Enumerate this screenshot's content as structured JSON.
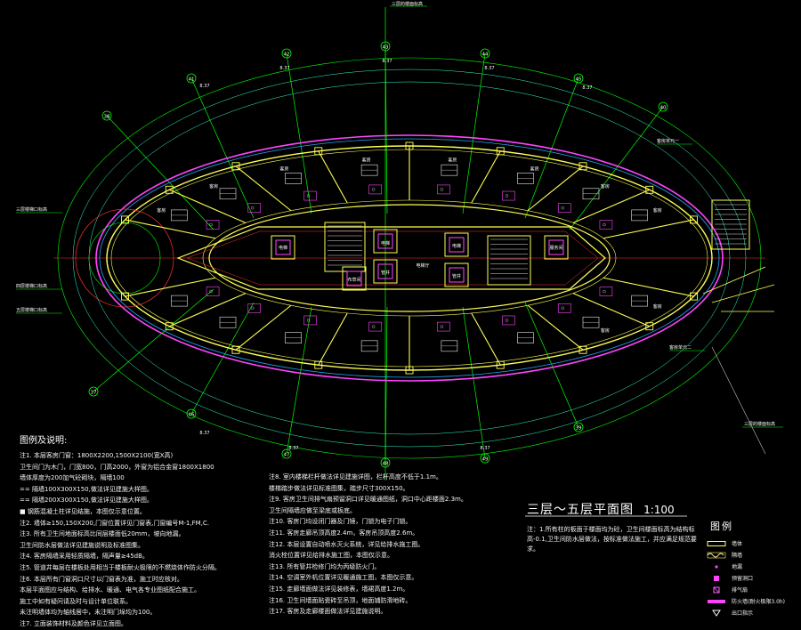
{
  "drawing": {
    "title": "三层～五层平面图",
    "scale": "1:100",
    "title_note": "注：1.所有柱的板面于楼面均为砼，卫生间楼面标高为结构标高-0.1,卫生间防水层做法，按标准做法施工，并应满足规范要求。",
    "top_label": "三层的楼面标高",
    "bottom_right_label": "三层的楼面标高",
    "left_labels": [
      "三层楼梯口标高",
      "四层楼梯口标高",
      "五层楼梯口标高"
    ],
    "right_labels": [
      "客房单元一",
      "客房单元二"
    ],
    "room_labels": [
      "客房",
      "客房",
      "客房",
      "客房",
      "客房",
      "客房",
      "客房",
      "客房",
      "客房",
      "客房"
    ],
    "center_labels": [
      "电梯厅",
      "电梯",
      "电梯",
      "电梯",
      "管井",
      "管井",
      "布草间",
      "服务间"
    ],
    "axis_labels": [
      "41",
      "42",
      "43",
      "44",
      "45",
      "46",
      "47",
      "48",
      "49",
      "39",
      "38",
      "37",
      "40"
    ],
    "dim_text": [
      "8.37",
      "8.37",
      "8.37",
      "8.37",
      "8.37",
      "8.37",
      "8.37",
      "8.37"
    ]
  },
  "notes_left": {
    "heading": "图例及说明:",
    "lines": [
      "注1. 本层客房门窗：1800X2200,1500X2100(宽X高)",
      "     卫生间门为木门，门宽800，门高2000，外窗为铝合金窗1800X1800",
      "     墙体厚度为200加气砼砌块，隔墙100",
      "     ==  隔墙100X300X150,做法详见建施大样图。",
      "     ==  隔墙200X300X150,做法详见建施大样图。",
      "     ■  钢筋混凝土柱详见结施，本图仅示意位置。",
      "注2. 墙体≥150,150X200,门窗位置详见门窗表,门窗编号M-1,FM,C.",
      "注3. 所有卫生间地面标高比同层楼面低20mm，坡向地漏。",
      "     卫生间防水层做法详见建施说明及标准图集。",
      "注4. 客房隔墙采用轻质隔墙，隔声量≥45dB。",
      "注5. 管道井每层在楼板处用相当于楼板耐火极限的不燃烧体作防火分隔。",
      "注6. 本层所有门窗洞口尺寸以门窗表为准，施工时应核对。",
      "     本层平面图应与结构、给排水、暖通、电气各专业图纸配合施工。",
      "     施工中如有疑问请及时与设计单位联系。",
      "     未注明墙体均为轴线居中，未注明门垛均为100。",
      "注7. 立面装饰材料及颜色详见立面图。"
    ]
  },
  "notes_mid": {
    "lines": [
      "注8. 室内楼梯栏杆做法详见建施详图，栏杆高度不低于1.1m。",
      "     楼梯踏步做法详见标准图集，踏步尺寸300X150。",
      "注9. 客房卫生间排气扇预留洞口详见暖通图纸，洞口中心距楼面2.3m。",
      "     卫生间隔墙应做至梁底或板底。",
      "注10. 客房门均设闭门器及门镜，门锁为电子门锁。",
      "注11. 客房走廊吊顶高度2.4m，客房吊顶高度2.6m。",
      "注12. 本层设置自动喷水灭火系统，详见给排水施工图。",
      "     消火栓位置详见给排水施工图，本图仅示意。",
      "注13. 所有管井检修门均为丙级防火门。",
      "注14. 空调室外机位置详见暖通施工图，本图仅示意。",
      "注15. 走廊墙面做法详见装修表，墙裙高度1.2m。",
      "注16. 卫生间墙面贴瓷砖至吊顶，地面铺防滑地砖。",
      "注17. 客房及走廊楼面做法详见建施说明。"
    ]
  },
  "legend": {
    "title": "图例",
    "items": [
      {
        "label": "墙体",
        "color": "#ffff55",
        "kind": "double"
      },
      {
        "label": "隔墙",
        "color": "#ffee88",
        "kind": "wave"
      },
      {
        "label": "地漏",
        "color": "#ff44ff",
        "kind": "dot"
      },
      {
        "label": "预留洞口",
        "color": "#ff44ff",
        "kind": "square"
      },
      {
        "label": "排气扇",
        "color": "#ff66ff",
        "kind": "fan"
      },
      {
        "label": "防火墙(耐火极限3.0h)",
        "color": "#ff44ff",
        "kind": "thick"
      },
      {
        "label": "出口指示",
        "color": "#ffffff",
        "kind": "tri"
      }
    ]
  },
  "colors": {
    "background": "#000000",
    "wall": "#ffff55",
    "axis": "#00ff00",
    "dimension": "#33ffcc",
    "furniture": "#e8e8e8",
    "facade": "#ff44ff",
    "cyan": "#22aaff",
    "red": "#ff3333"
  }
}
